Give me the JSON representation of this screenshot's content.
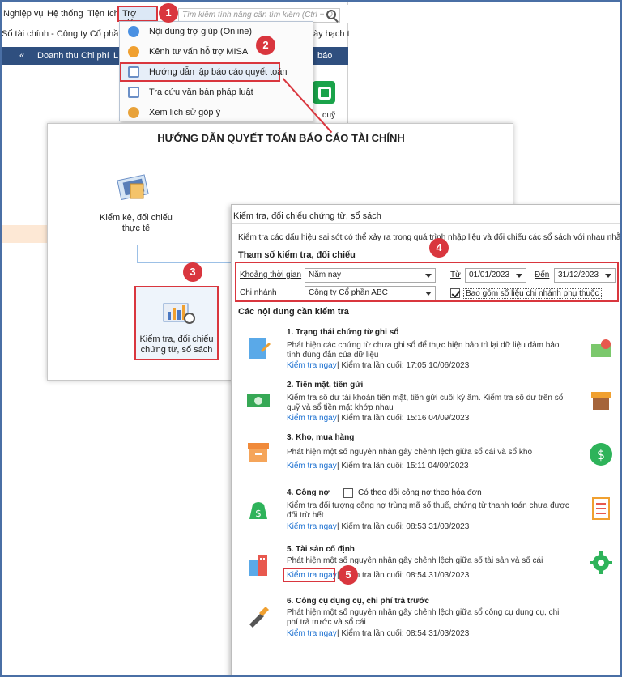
{
  "menubar": {
    "items": [
      "Nghiệp vụ",
      "Hệ thống",
      "Tiện ích"
    ],
    "help": "Trợ giúp",
    "search_placeholder": "Tìm kiếm tính năng cần tìm kiếm (Ctrl + Q)"
  },
  "title_row": {
    "left": "Sổ tài chính - Công ty Cổ phần A",
    "right": "ày hạch t"
  },
  "tabs": [
    "«",
    "Doanh thu",
    "Chi phí",
    "L"
  ],
  "tab_right": "báo",
  "quy_label": "quỹ",
  "dropdown": {
    "items": [
      {
        "label": "Nội dung trợ giúp (Online)",
        "icon": "help-circle-icon",
        "color": "#4a90e2"
      },
      {
        "label": "Kênh tư vấn hỗ trợ MISA",
        "icon": "support-agent-icon",
        "color": "#f0a030"
      },
      {
        "label": "Hướng dẫn lập báo cáo quyết toán",
        "icon": "document-guide-icon",
        "color": "#6b8fc6"
      },
      {
        "label": "Tra cứu văn bản pháp luật",
        "icon": "document-search-icon",
        "color": "#6b8fc6"
      },
      {
        "label": "Xem lịch sử góp ý",
        "icon": "feedback-history-icon",
        "color": "#e8a23a"
      }
    ]
  },
  "guide": {
    "title": "HƯỚNG DẪN QUYẾT TOÁN BÁO CÁO TÀI CHÍNH",
    "step1_label": "Kiểm kê, đối chiếu thực tế",
    "step2_label": "Kiểm tra, đối chiếu chứng từ, sổ sách"
  },
  "check": {
    "title": "Kiểm tra, đối chiếu chứng từ, sổ sách",
    "description": "Kiểm tra các dấu hiệu sai sót có thể xảy ra trong quá trình nhập liệu và đối chiếu các sổ sách với nhau nhằm đảm b",
    "params_title": "Tham số kiểm tra, đối chiếu",
    "period_label": "Khoảng thời gian",
    "period_value": "Năm nay",
    "from_label": "Từ",
    "from_value": "01/01/2023",
    "to_label": "Đến",
    "to_value": "31/12/2023",
    "branch_label": "Chi nhánh",
    "branch_value": "Công ty Cổ phần ABC",
    "include_branches_label": "Bao gồm số liệu chi nhánh phụ thuộc",
    "include_branches_checked": true,
    "contents_title": "Các nội dung cần kiểm tra",
    "check_now": "Kiểm tra ngay",
    "items": [
      {
        "title": "1. Trạng thái chứng từ ghi sổ",
        "desc": "Phát hiện các chứng từ chưa ghi sổ để thực hiện bảo trì lại dữ liệu đảm bảo tính đúng đắn của dữ liệu",
        "last": "| Kiểm tra lần cuối: 17:05 10/06/2023"
      },
      {
        "title": "2. Tiền mặt, tiền gửi",
        "desc": "Kiểm tra số dư tài khoản tiền mặt, tiền gửi cuối kỳ âm. Kiểm tra số dư trên sổ quỹ và sổ tiền mặt khớp nhau",
        "last": "| Kiểm tra lần cuối: 15:16 04/09/2023"
      },
      {
        "title": "3. Kho, mua hàng",
        "desc": "Phát hiện một số nguyên nhân gây chênh lệch giữa sổ cái và sổ kho",
        "last": "| Kiểm tra lần cuối: 15:11 04/09/2023"
      },
      {
        "title": "4. Công nợ",
        "desc": "Kiểm tra đối tượng công nợ trùng mã số thuế, chứng từ thanh toán chưa được đối trừ hết",
        "last": "| Kiểm tra lần cuối: 08:53 31/03/2023",
        "extra": "Có theo dõi công nợ theo hóa đơn"
      },
      {
        "title": "5. Tài sản cố định",
        "desc": "Phát hiện một số nguyên nhân gây chênh lệch giữa sổ tài sản và sổ cái",
        "last": "| Kiểm tra lần cuối: 08:54 31/03/2023"
      },
      {
        "title": "6. Công cụ dụng cụ, chi phí trả trước",
        "desc": "Phát hiện một số nguyên nhân gây chênh lệch giữa sổ công cụ dụng cụ, chi phí trả trước và sổ cái",
        "last": "| Kiểm tra lần cuối: 08:54 31/03/2023"
      }
    ]
  },
  "badges": [
    "1",
    "2",
    "3",
    "4",
    "5"
  ],
  "colors": {
    "accent_red": "#d9363e",
    "nav_blue": "#2f4f7f",
    "link_blue": "#1a6fd0"
  }
}
